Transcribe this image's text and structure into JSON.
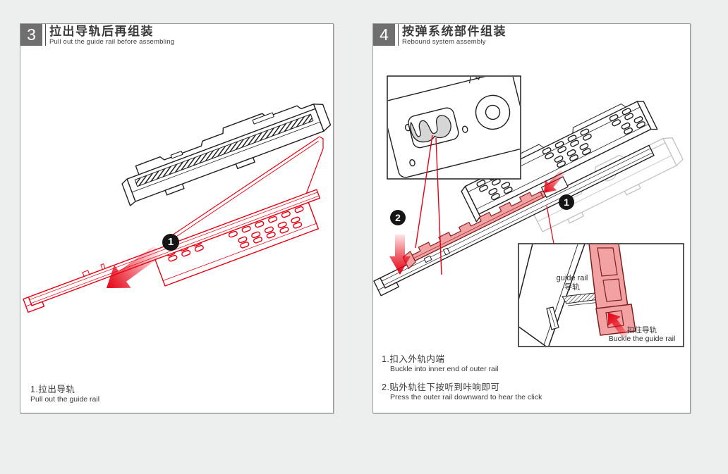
{
  "page": {
    "background_color": "#edefee"
  },
  "colors": {
    "accent_red": "#e60012",
    "pink_fill": "#f2a2a2",
    "pink_outline": "#7d1f1f",
    "line_black": "#231f20",
    "gray_part_line": "#c2c2c2",
    "step_badge_bg": "#6f6f6f",
    "callout_badge_bg": "#151515"
  },
  "icons": {
    "pull_arrow": "red-gradient-arrow-pointing-down-left",
    "press_down_arrow": "red-gradient-arrow-pointing-down",
    "insert_arrow": "red-gradient-arrow-pointing-down-left",
    "buckle_arrow": "red-gradient-arrow-pointing-up-left"
  },
  "panel_step3": {
    "step_number": "3",
    "title_zh": "拉出导轨后再组装",
    "title_en": "Pull out the guide rail before assembling",
    "callout_1": "1",
    "note_1_zh": "1.拉出导轨",
    "note_1_en": "Pull out the guide rail"
  },
  "panel_step4": {
    "step_number": "4",
    "title_zh": "按弹系统部件组装",
    "title_en": "Rebound system assembly",
    "callout_1": "1",
    "callout_2": "2",
    "label_guide_rail_en": "guide rail",
    "label_guide_rail_zh": "导轨",
    "label_buckle_zh": "扣住导轨",
    "label_buckle_en": "Buckle the guide rail",
    "note_1_zh": "1.扣入外轨内端",
    "note_1_en": "Buckle into inner end of outer rail",
    "note_2_zh": "2.贴外轨往下按听到咔响即可",
    "note_2_en": "Press the outer rail downward to hear the click"
  }
}
